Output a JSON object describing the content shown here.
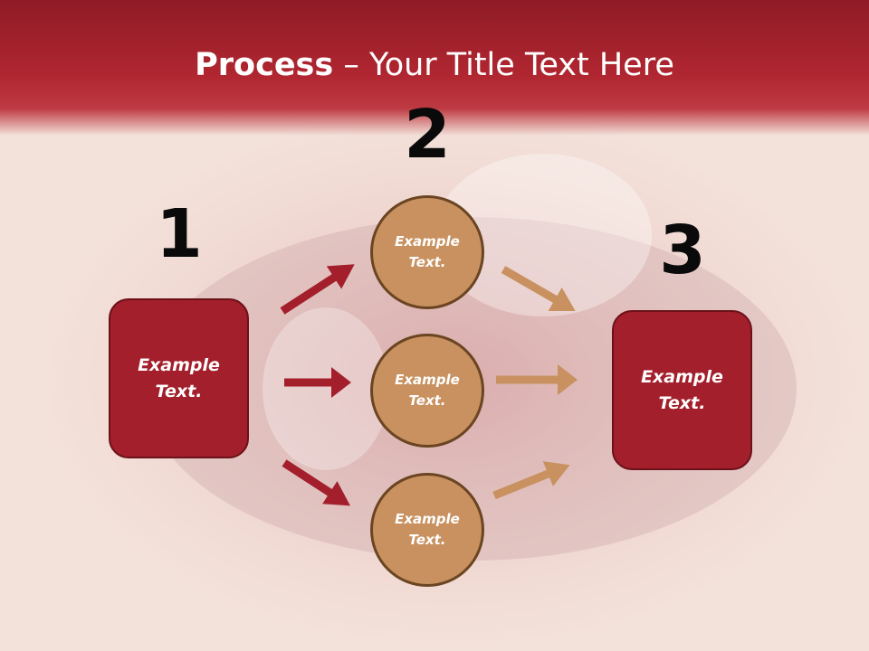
{
  "title": {
    "bold": "Process",
    "rest": " – Your Title Text Here"
  },
  "steps": {
    "one": "1",
    "two": "2",
    "three": "3"
  },
  "left_box": {
    "text": "Example Text."
  },
  "right_box": {
    "text": "Example Text."
  },
  "circles": [
    {
      "text": "Example Text."
    },
    {
      "text": "Example Text."
    },
    {
      "text": "Example Text."
    }
  ],
  "colors": {
    "title_band": "#a21f2b",
    "box_fill": "#a21f2b",
    "circle_fill": "#c8915f",
    "arrow_red": "#a21f2b",
    "arrow_tan": "#c8915f"
  }
}
